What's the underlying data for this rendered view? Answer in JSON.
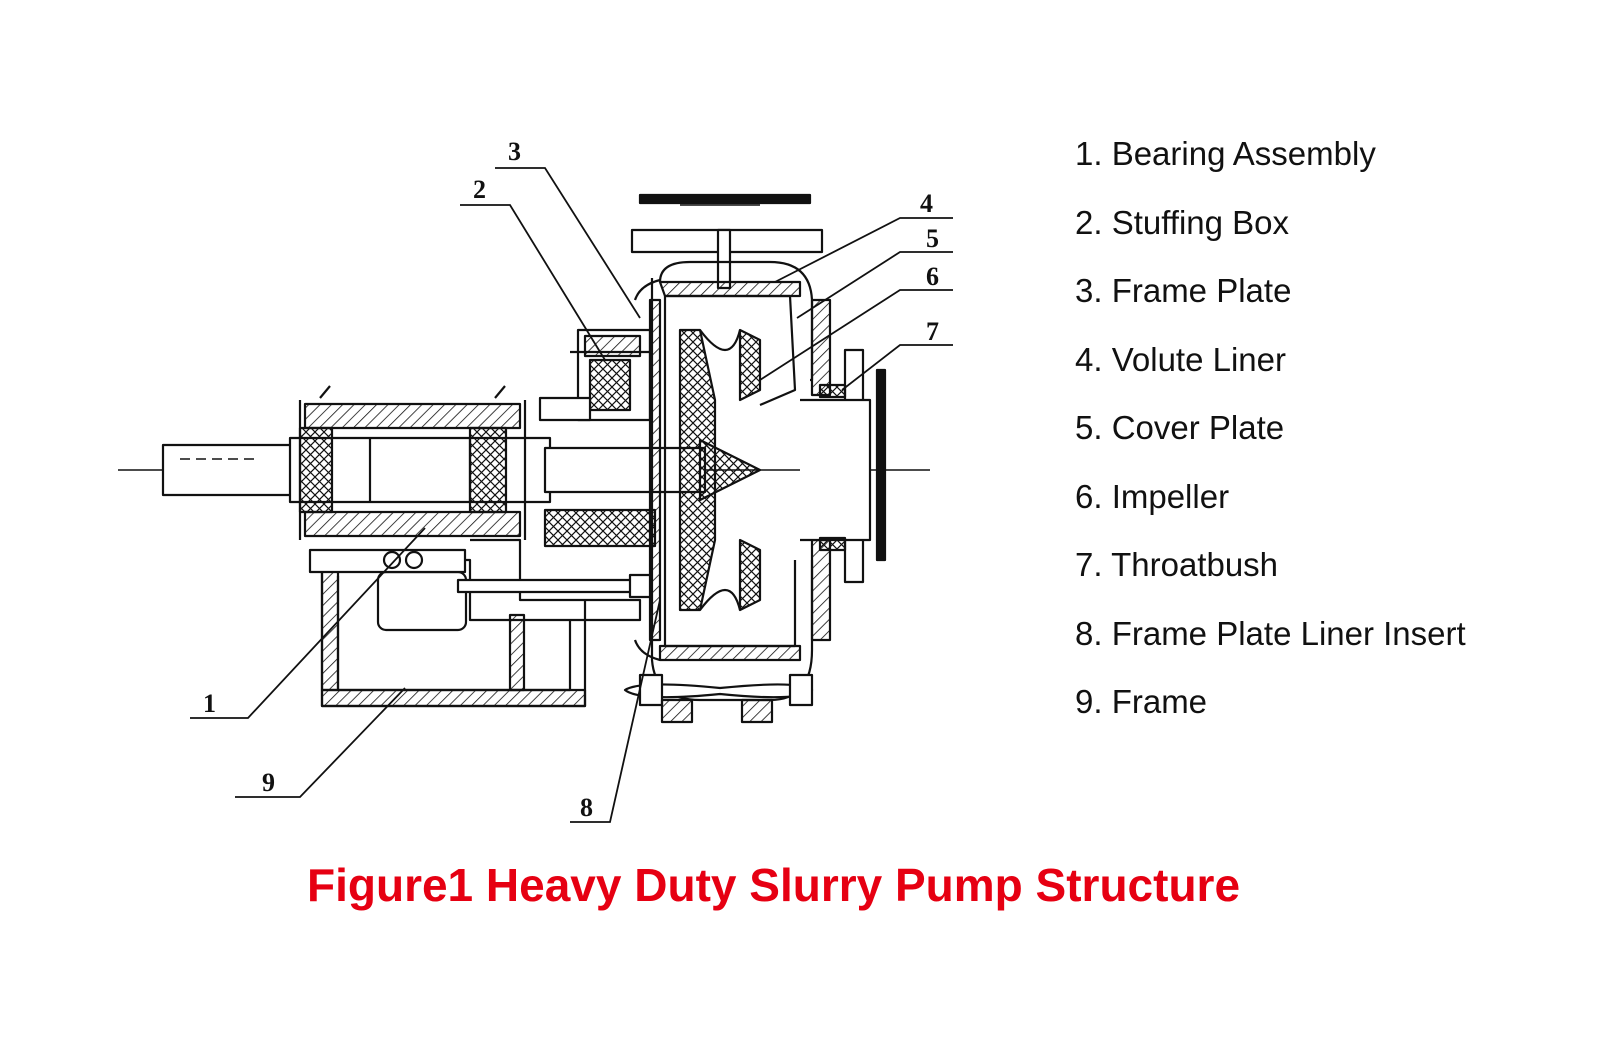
{
  "callouts": [
    "1",
    "2",
    "3",
    "4",
    "5",
    "6",
    "7",
    "8",
    "9"
  ],
  "legend": [
    "1. Bearing Assembly",
    "2. Stuffing Box",
    "3. Frame Plate",
    "4. Volute Liner",
    "5. Cover Plate",
    "6. Impeller",
    "7. Throatbush",
    "8. Frame Plate Liner Insert",
    "9. Frame"
  ],
  "caption": "Figure1  Heavy Duty Slurry Pump Structure",
  "colors": {
    "caption": "#e60012",
    "line": "#111111",
    "background": "#ffffff"
  }
}
